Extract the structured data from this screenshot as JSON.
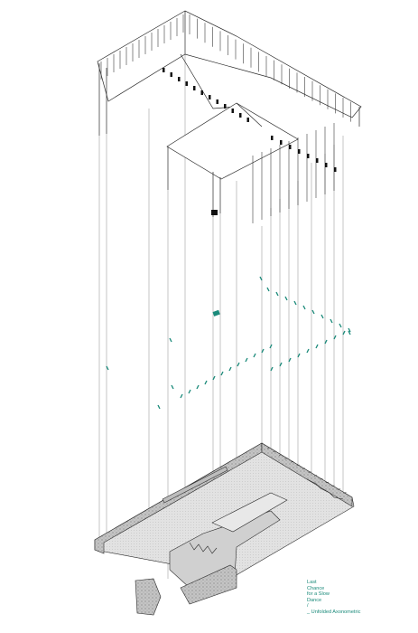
{
  "caption": {
    "lines": [
      "Last",
      "Chance",
      "for a Slow",
      "Dance",
      "/",
      "_ Unfolded Axonometric"
    ]
  },
  "colors": {
    "ink": "#2a2a2a",
    "line": "#8a8a8a",
    "accent": "#1a8a7a",
    "stone": "#b8b8b8",
    "floor": "#dedede"
  }
}
